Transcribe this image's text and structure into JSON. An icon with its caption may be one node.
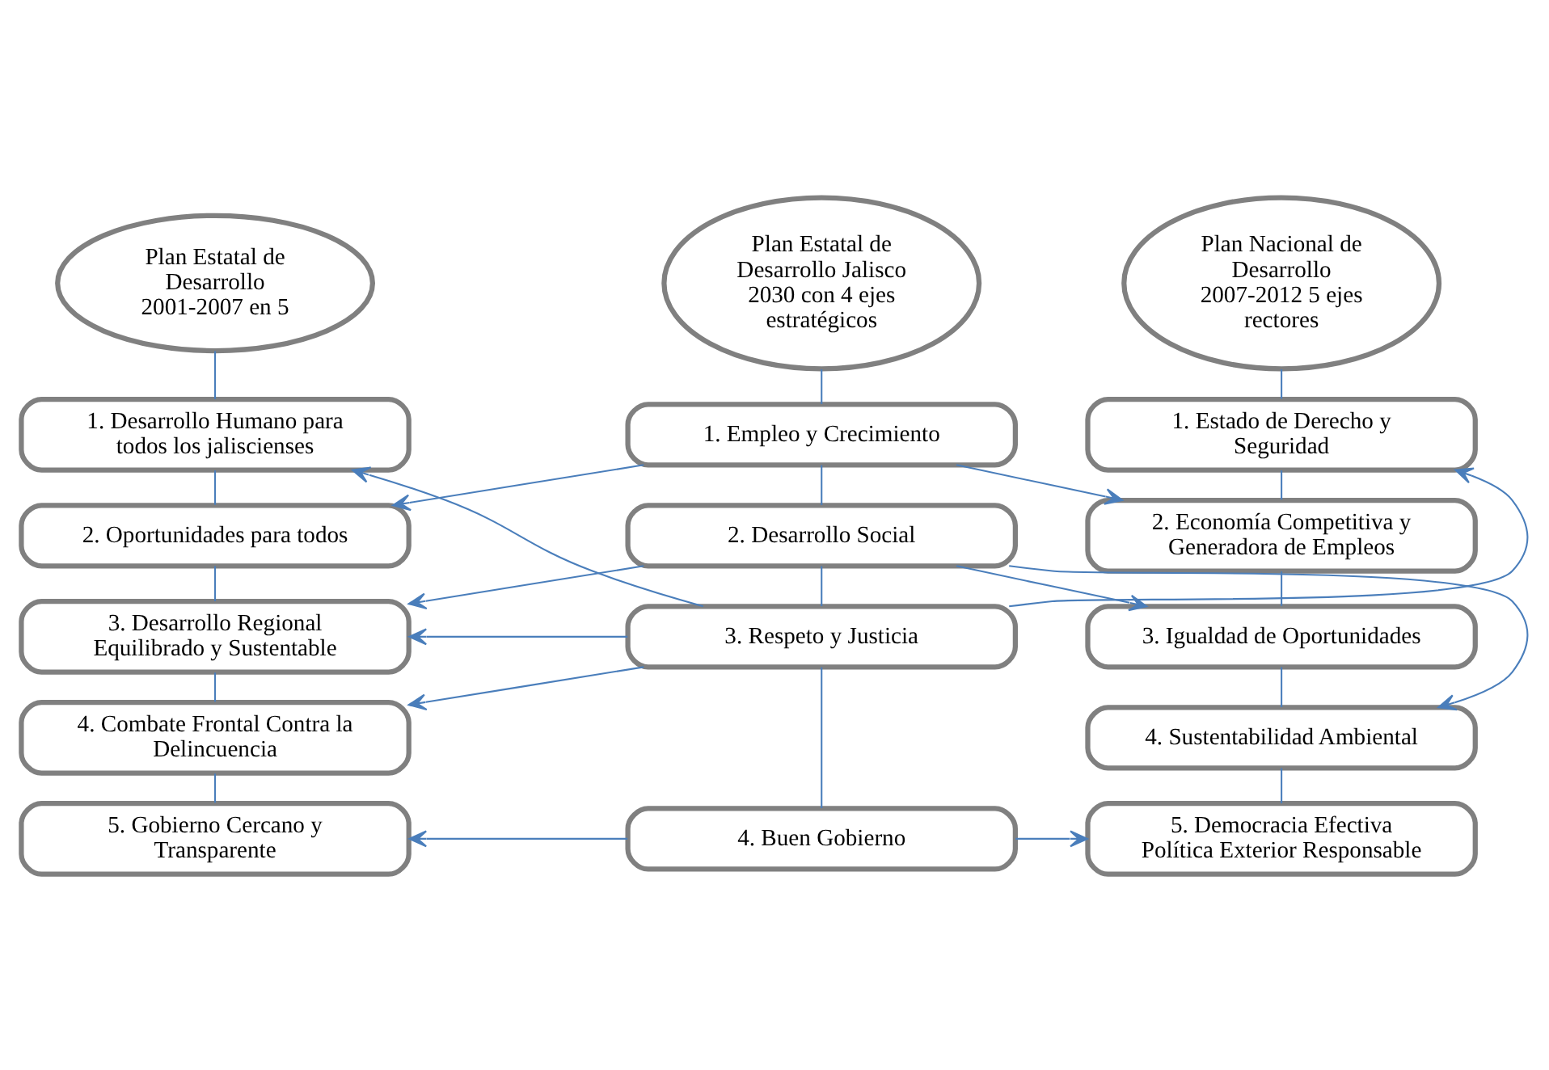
{
  "diagram": {
    "nodes": [
      {
        "text": [
          "Plan Estatal de Desarrollo 2001-2007 en 5"
        ]
      },
      {
        "text": [
          "Plan Estatal de Desarrollo Jalisco 2030 con 4 ejes estratégicos"
        ]
      },
      {
        "text": [
          "Plan Nacional de Desarrollo 2007-2012 5 ejes rectores"
        ]
      },
      {
        "text": [
          "1. Desarrollo Humano para todos los jaliscienses"
        ]
      },
      {
        "text": [
          "2. Oportunidades para todos"
        ]
      },
      {
        "text": [
          "3. Desarrollo Regional Equilibrado y Sustentable"
        ]
      },
      {
        "text": [
          "4. Combate Frontal Contra la Delincuencia"
        ]
      },
      {
        "text": [
          "5. Gobierno Cercano y Transparente"
        ]
      },
      {
        "text": [
          "1. Empleo y Crecimiento"
        ]
      },
      {
        "text": [
          "2. Desarrollo Social"
        ]
      },
      {
        "text": [
          "3. Respeto y Justicia"
        ]
      },
      {
        "text": [
          "4. Buen Gobierno"
        ]
      },
      {
        "text": [
          "1. Estado de Derecho y Seguridad"
        ]
      },
      {
        "text": [
          "2. Economía Competitiva y Generadora de Empleos"
        ]
      },
      {
        "text": [
          "3. Igualdad de Oportunidades"
        ]
      },
      {
        "text": [
          "4. Sustentabilidad Ambiental"
        ]
      },
      {
        "text": [
          "5. Democracia Efectiva Política Exterior Responsable"
        ]
      }
    ],
    "edges": [
      {
        "from": 0,
        "to": 3,
        "arrow": "none"
      },
      {
        "from": 3,
        "to": 4,
        "arrow": "none"
      },
      {
        "from": 4,
        "to": 5,
        "arrow": "none"
      },
      {
        "from": 5,
        "to": 6,
        "arrow": "none"
      },
      {
        "from": 6,
        "to": 7,
        "arrow": "none"
      },
      {
        "from": 1,
        "to": 8,
        "arrow": "none"
      },
      {
        "from": 8,
        "to": 9,
        "arrow": "none"
      },
      {
        "from": 9,
        "to": 10,
        "arrow": "none"
      },
      {
        "from": 10,
        "to": 11,
        "arrow": "none"
      },
      {
        "from": 2,
        "to": 12,
        "arrow": "none"
      },
      {
        "from": 12,
        "to": 13,
        "arrow": "none"
      },
      {
        "from": 13,
        "to": 14,
        "arrow": "none"
      },
      {
        "from": 14,
        "to": 15,
        "arrow": "none"
      },
      {
        "from": 15,
        "to": 16,
        "arrow": "none"
      },
      {
        "from": 8,
        "to": 4,
        "arrow": "to"
      },
      {
        "from": 8,
        "to": 13,
        "arrow": "to"
      },
      {
        "from": 9,
        "to": 5,
        "arrow": "to"
      },
      {
        "from": 9,
        "to": 14,
        "arrow": "to"
      },
      {
        "from": 9,
        "to": 15,
        "arrow": "to"
      },
      {
        "from": 10,
        "to": 3,
        "arrow": "to"
      },
      {
        "from": 10,
        "to": 5,
        "arrow": "to"
      },
      {
        "from": 10,
        "to": 6,
        "arrow": "to"
      },
      {
        "from": 10,
        "to": 12,
        "arrow": "to"
      },
      {
        "from": 11,
        "to": 7,
        "arrow": "to"
      },
      {
        "from": 11,
        "to": 16,
        "arrow": "to"
      }
    ]
  }
}
